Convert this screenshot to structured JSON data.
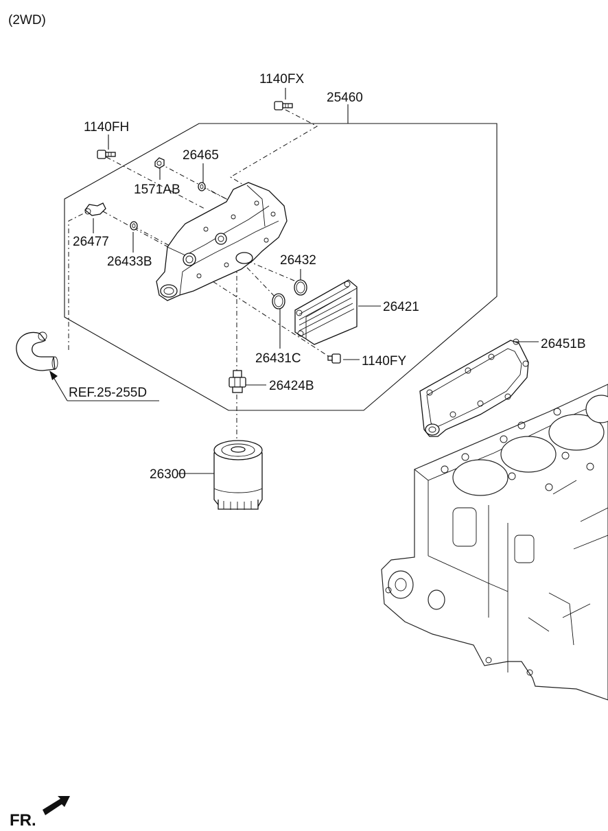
{
  "variant": "(2WD)",
  "parts": {
    "p1140fx": "1140FX",
    "p25460": "25460",
    "p1140fh": "1140FH",
    "p26465": "26465",
    "p1571ab": "1571AB",
    "p26477": "26477",
    "p26433b": "26433B",
    "p26432": "26432",
    "p26421": "26421",
    "p26451b": "26451B",
    "p26431c": "26431C",
    "p1140fy": "1140FY",
    "p26424b": "26424B",
    "p26300": "26300"
  },
  "reference": "REF.25-255D",
  "front_mark": "FR."
}
